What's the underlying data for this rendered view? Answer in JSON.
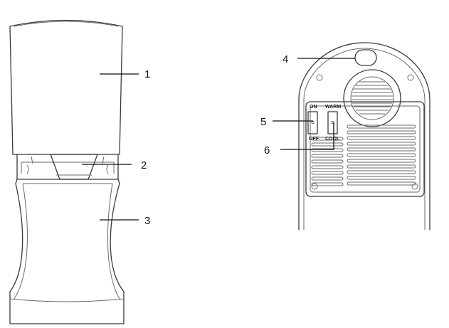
{
  "callouts": {
    "c1": "1",
    "c2": "2",
    "c3": "3",
    "c4": "4",
    "c5": "5",
    "c6": "6"
  },
  "power_switch": {
    "on_label": "ON",
    "off_label": "OFF"
  },
  "mode_switch": {
    "warm_label": "WARM",
    "cool_label": "COOL"
  }
}
